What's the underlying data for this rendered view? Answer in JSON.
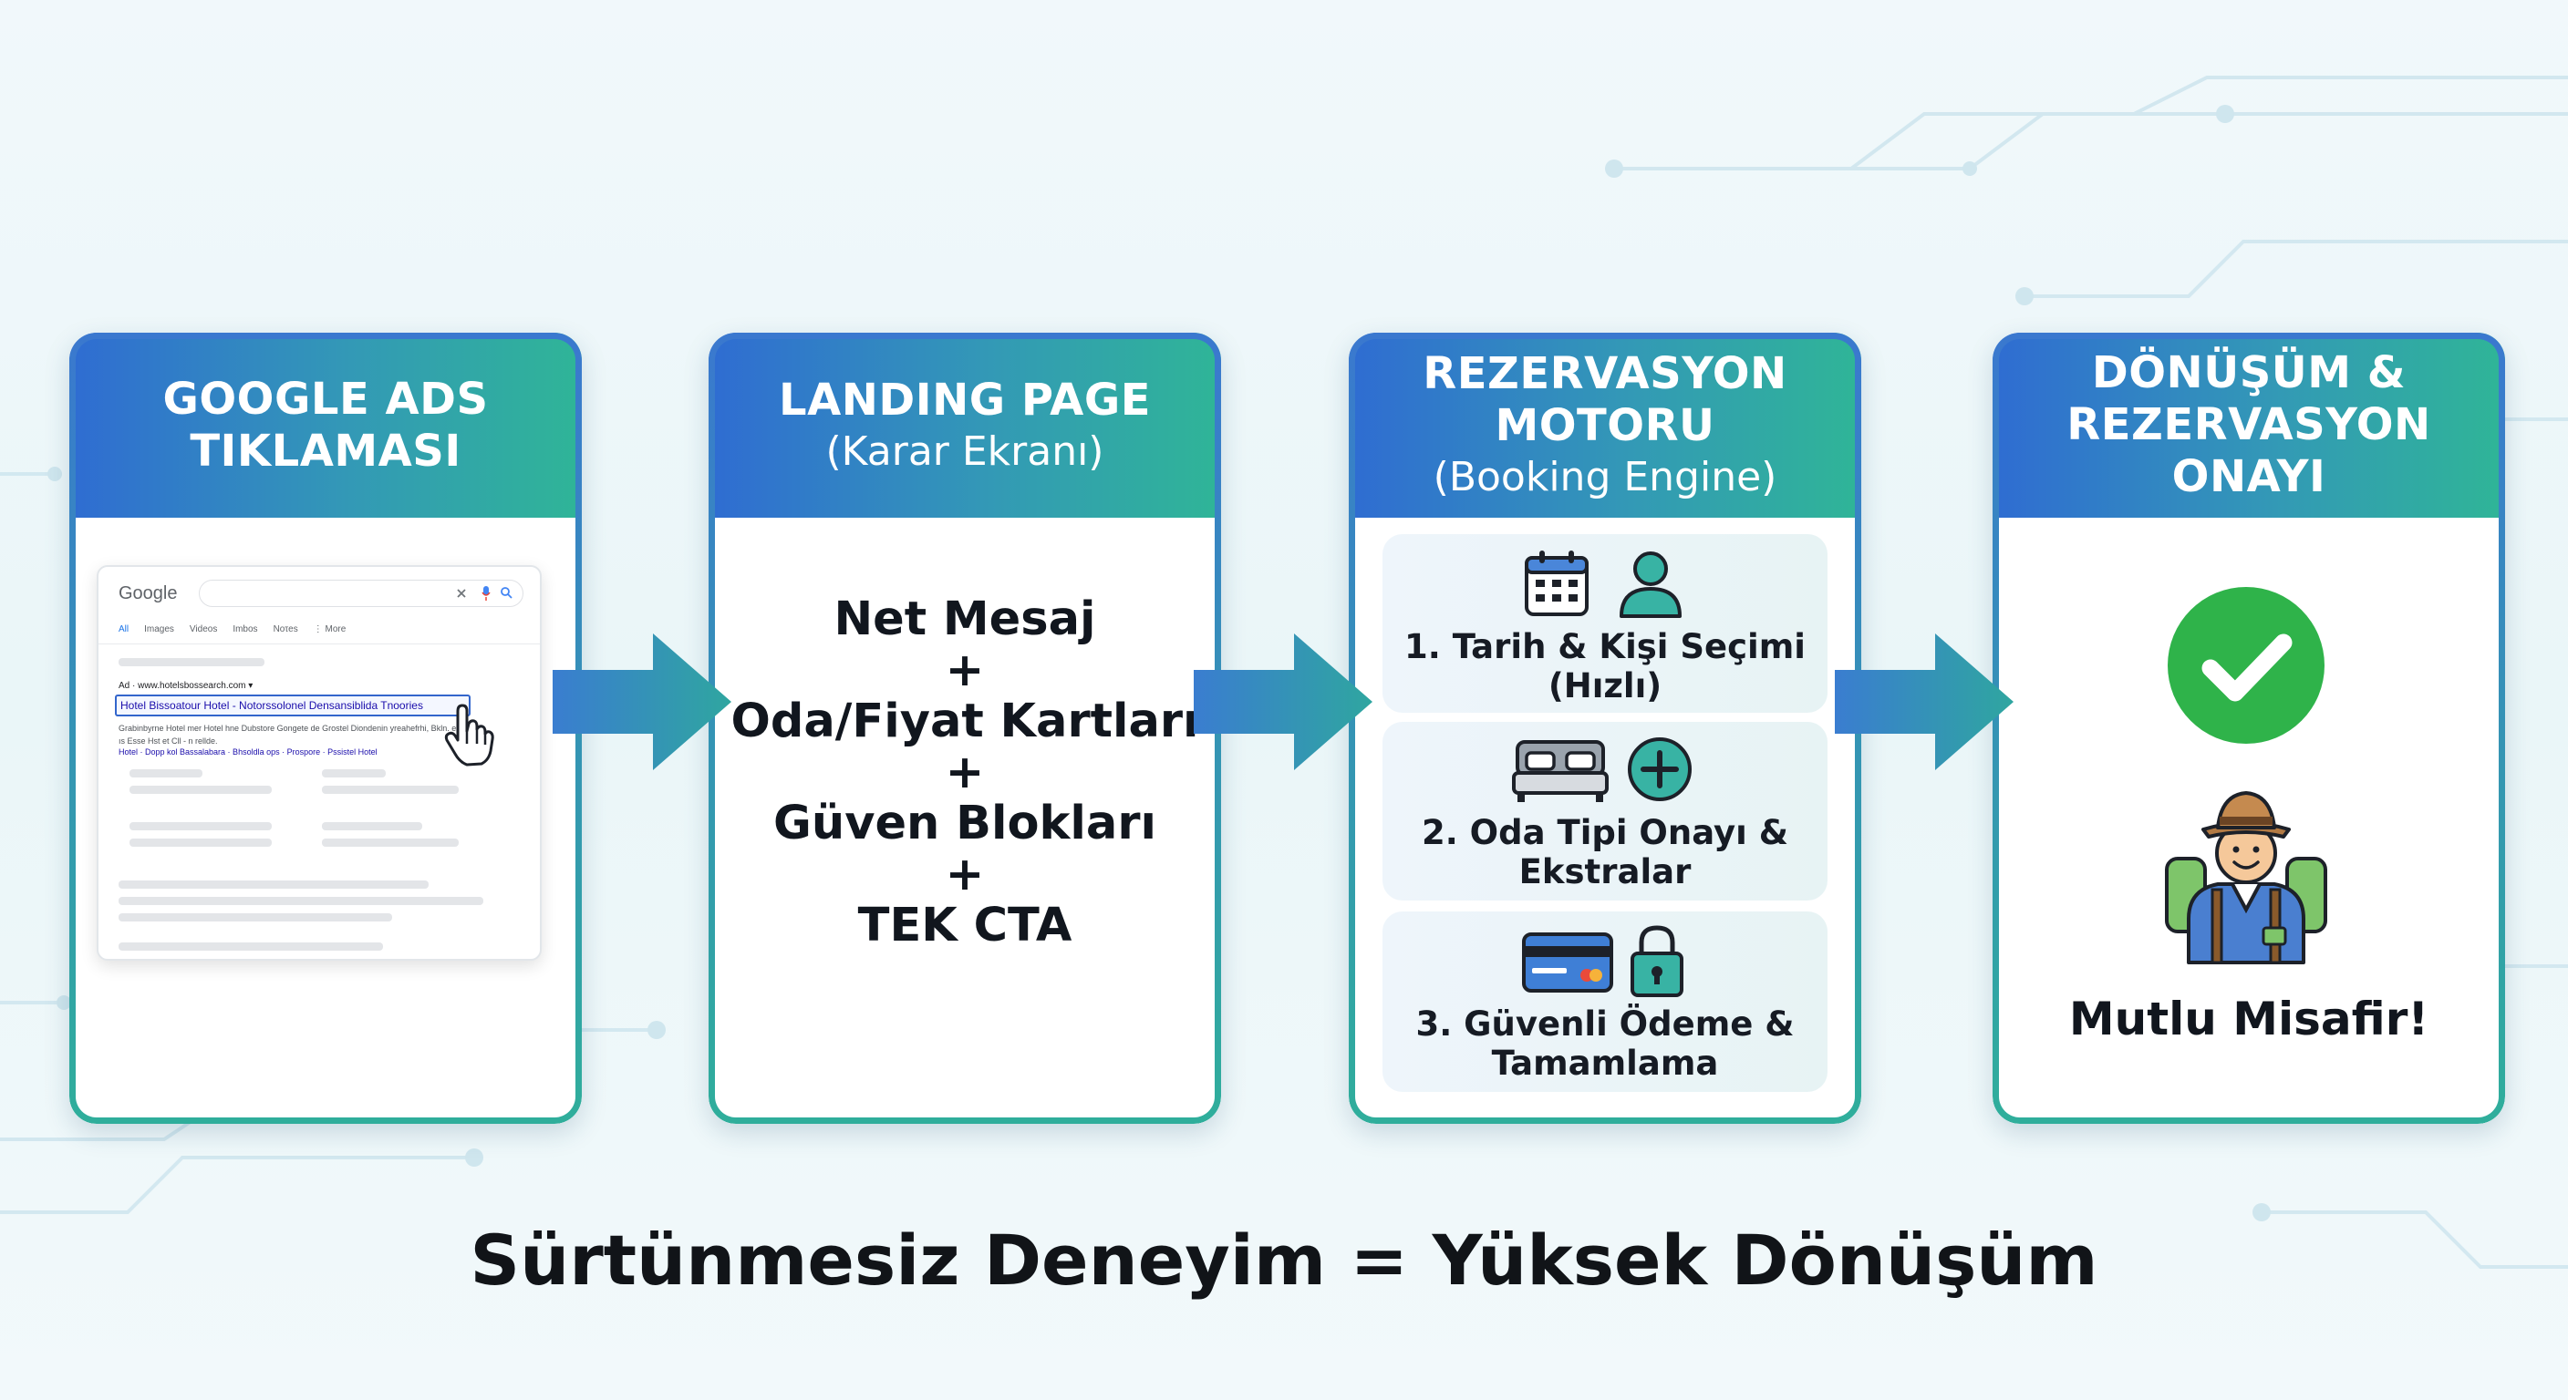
{
  "colors": {
    "header_start": "#2f6cd2",
    "header_end": "#2fb597",
    "check_green": "#2fb34a",
    "arrow_blue": "#3a7dd0",
    "arrow_teal": "#2fa6a0"
  },
  "steps": [
    {
      "title": "GOOGLE ADS",
      "title2": "TIKLAMASI"
    },
    {
      "title": "LANDING PAGE",
      "subtitle": "(Karar Ekranı)"
    },
    {
      "title": "REZERVASYON",
      "title2": "MOTORU",
      "subtitle": "(Booking Engine)"
    },
    {
      "title": "DÖNÜŞÜM &",
      "title2": "REZERVASYON",
      "title3": "ONAYI"
    }
  ],
  "google_mock": {
    "logo": "Google",
    "tabs": [
      "All",
      "Images",
      "Videos",
      "Ιmbos",
      "Νοτes",
      "⋮ More"
    ],
    "ad_line": "Ad · www.hotelsbossearch.com ▾",
    "ad_link": "Hotel Bissoatour Hotel - Notorssolonel Densansiblida Tnoories",
    "ad_desc": "Grabinbyrne Hotel mer Hotel hne Dubstore Gongete de Grostel Diondenin yreahefrhi, Bkln. erstm ıs Esse Hst et Cll - n rellde.",
    "sitelinks": "Hotel · Dopp kol Bassalabara · Bhsoldla ops · Prospore · Pssistel Hotel"
  },
  "landing": {
    "line1": "Net Mesaj",
    "plus": "+",
    "line2": "Oda/Fiyat Kartları",
    "line3": "Güven Blokları",
    "line4": "TEK CTA"
  },
  "booking_steps": [
    {
      "line1": "1. Tarih & Kişi Seçimi",
      "line2": "(Hızlı)",
      "icons": [
        "calendar-icon",
        "user-icon"
      ]
    },
    {
      "line1": "2. Oda Tipi Onayı &",
      "line2": "Ekstralar",
      "icons": [
        "bed-icon",
        "plus-circle-icon"
      ]
    },
    {
      "line1": "3. Güvenli Ödeme &",
      "line2": "Tamamlama",
      "icons": [
        "credit-card-icon",
        "lock-icon"
      ]
    }
  ],
  "conversion": {
    "caption": "Mutlu Misafir!",
    "icons": [
      "check-circle-icon",
      "traveler-icon"
    ]
  },
  "footer": "Sürtünmesiz Deneyim = Yüksek Dönüşüm"
}
